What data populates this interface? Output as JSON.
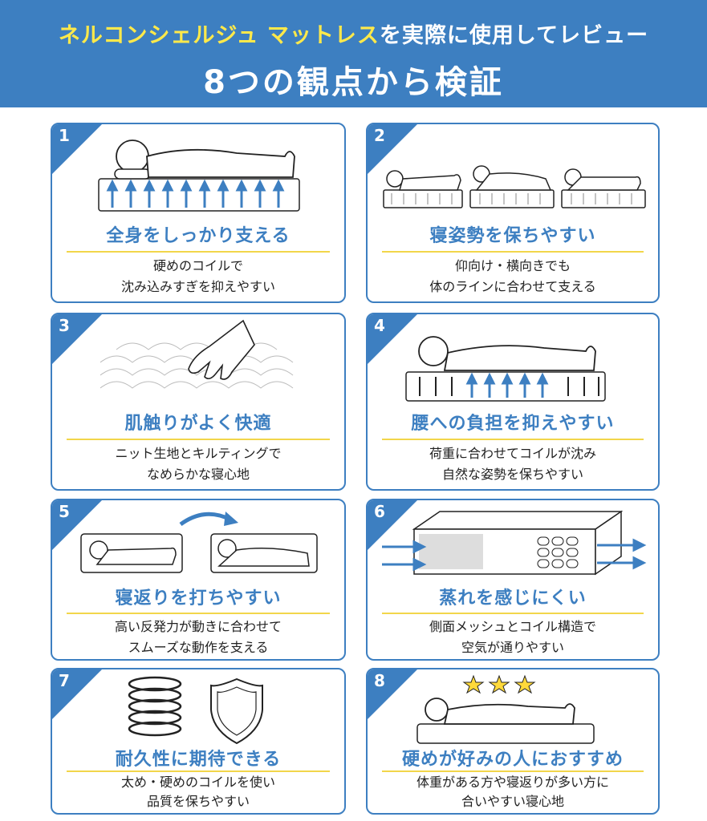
{
  "header": {
    "title_highlight": "ネルコンシェルジュ マットレス",
    "title_rest": "を実際に使用してレビュー",
    "subtitle": "8つの観点から検証"
  },
  "cards": [
    {
      "num": "1",
      "title": "全身をしっかり支える",
      "desc1": "硬めのコイルで",
      "desc2": "沈み込みすぎを抑えやすい"
    },
    {
      "num": "2",
      "title": "寝姿勢を保ちやすい",
      "desc1": "仰向け・横向きでも",
      "desc2": "体のラインに合わせて支える"
    },
    {
      "num": "3",
      "title": "肌触りがよく快適",
      "desc1": "ニット生地とキルティングで",
      "desc2": "なめらかな寝心地"
    },
    {
      "num": "4",
      "title": "腰への負担を抑えやすい",
      "desc1": "荷重に合わせてコイルが沈み",
      "desc2": "自然な姿勢を保ちやすい"
    },
    {
      "num": "5",
      "title": "寝返りを打ちやすい",
      "desc1": "高い反発力が動きに合わせて",
      "desc2": "スムーズな動作を支える"
    },
    {
      "num": "6",
      "title": "蒸れを感じにくい",
      "desc1": "側面メッシュとコイル構造で",
      "desc2": "空気が通りやすい"
    },
    {
      "num": "7",
      "title": "耐久性に期待できる",
      "desc1": "太め・硬めのコイルを使い",
      "desc2": "品質を保ちやすい"
    },
    {
      "num": "8",
      "title": "硬めが好みの人におすすめ",
      "desc1": "体重がある方や寝返りが多い方に",
      "desc2": "合いやすい寝心地"
    }
  ],
  "colors": {
    "accent": "#3d7fc1",
    "highlight": "#ffe94a",
    "divider": "#f2d64a"
  }
}
